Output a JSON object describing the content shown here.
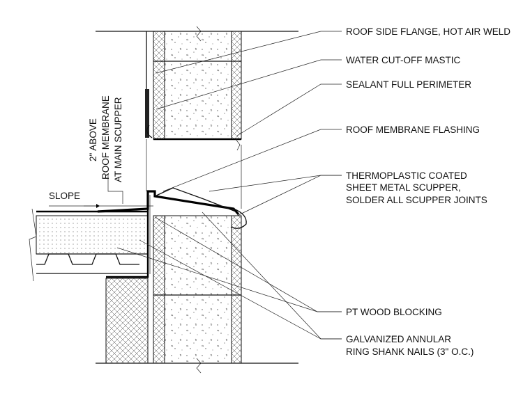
{
  "callouts": [
    {
      "id": "roof-side-flange",
      "text": "ROOF SIDE FLANGE, HOT AIR WELD"
    },
    {
      "id": "water-cutoff",
      "text": "WATER CUT-OFF MASTIC"
    },
    {
      "id": "sealant",
      "text": "SEALANT FULL PERIMETER"
    },
    {
      "id": "membrane-flashing",
      "text": "ROOF MEMBRANE FLASHING"
    },
    {
      "id": "scupper-1",
      "text": "THERMOPLASTIC COATED"
    },
    {
      "id": "scupper-2",
      "text": "SHEET METAL SCUPPER,"
    },
    {
      "id": "scupper-3",
      "text": "SOLDER ALL SCUPPER JOINTS"
    },
    {
      "id": "pt-wood",
      "text": "PT WOOD BLOCKING"
    },
    {
      "id": "nails-1",
      "text": "GALVANIZED ANNULAR"
    },
    {
      "id": "nails-2",
      "text": "RING SHANK NAILS (3\" O.C.)"
    }
  ],
  "vertical_note": {
    "line1": "2\" ABOVE",
    "line2": "ROOF MEMBRANE",
    "line3": "AT MAIN SCUPPER"
  },
  "slope_label": "SLOPE"
}
